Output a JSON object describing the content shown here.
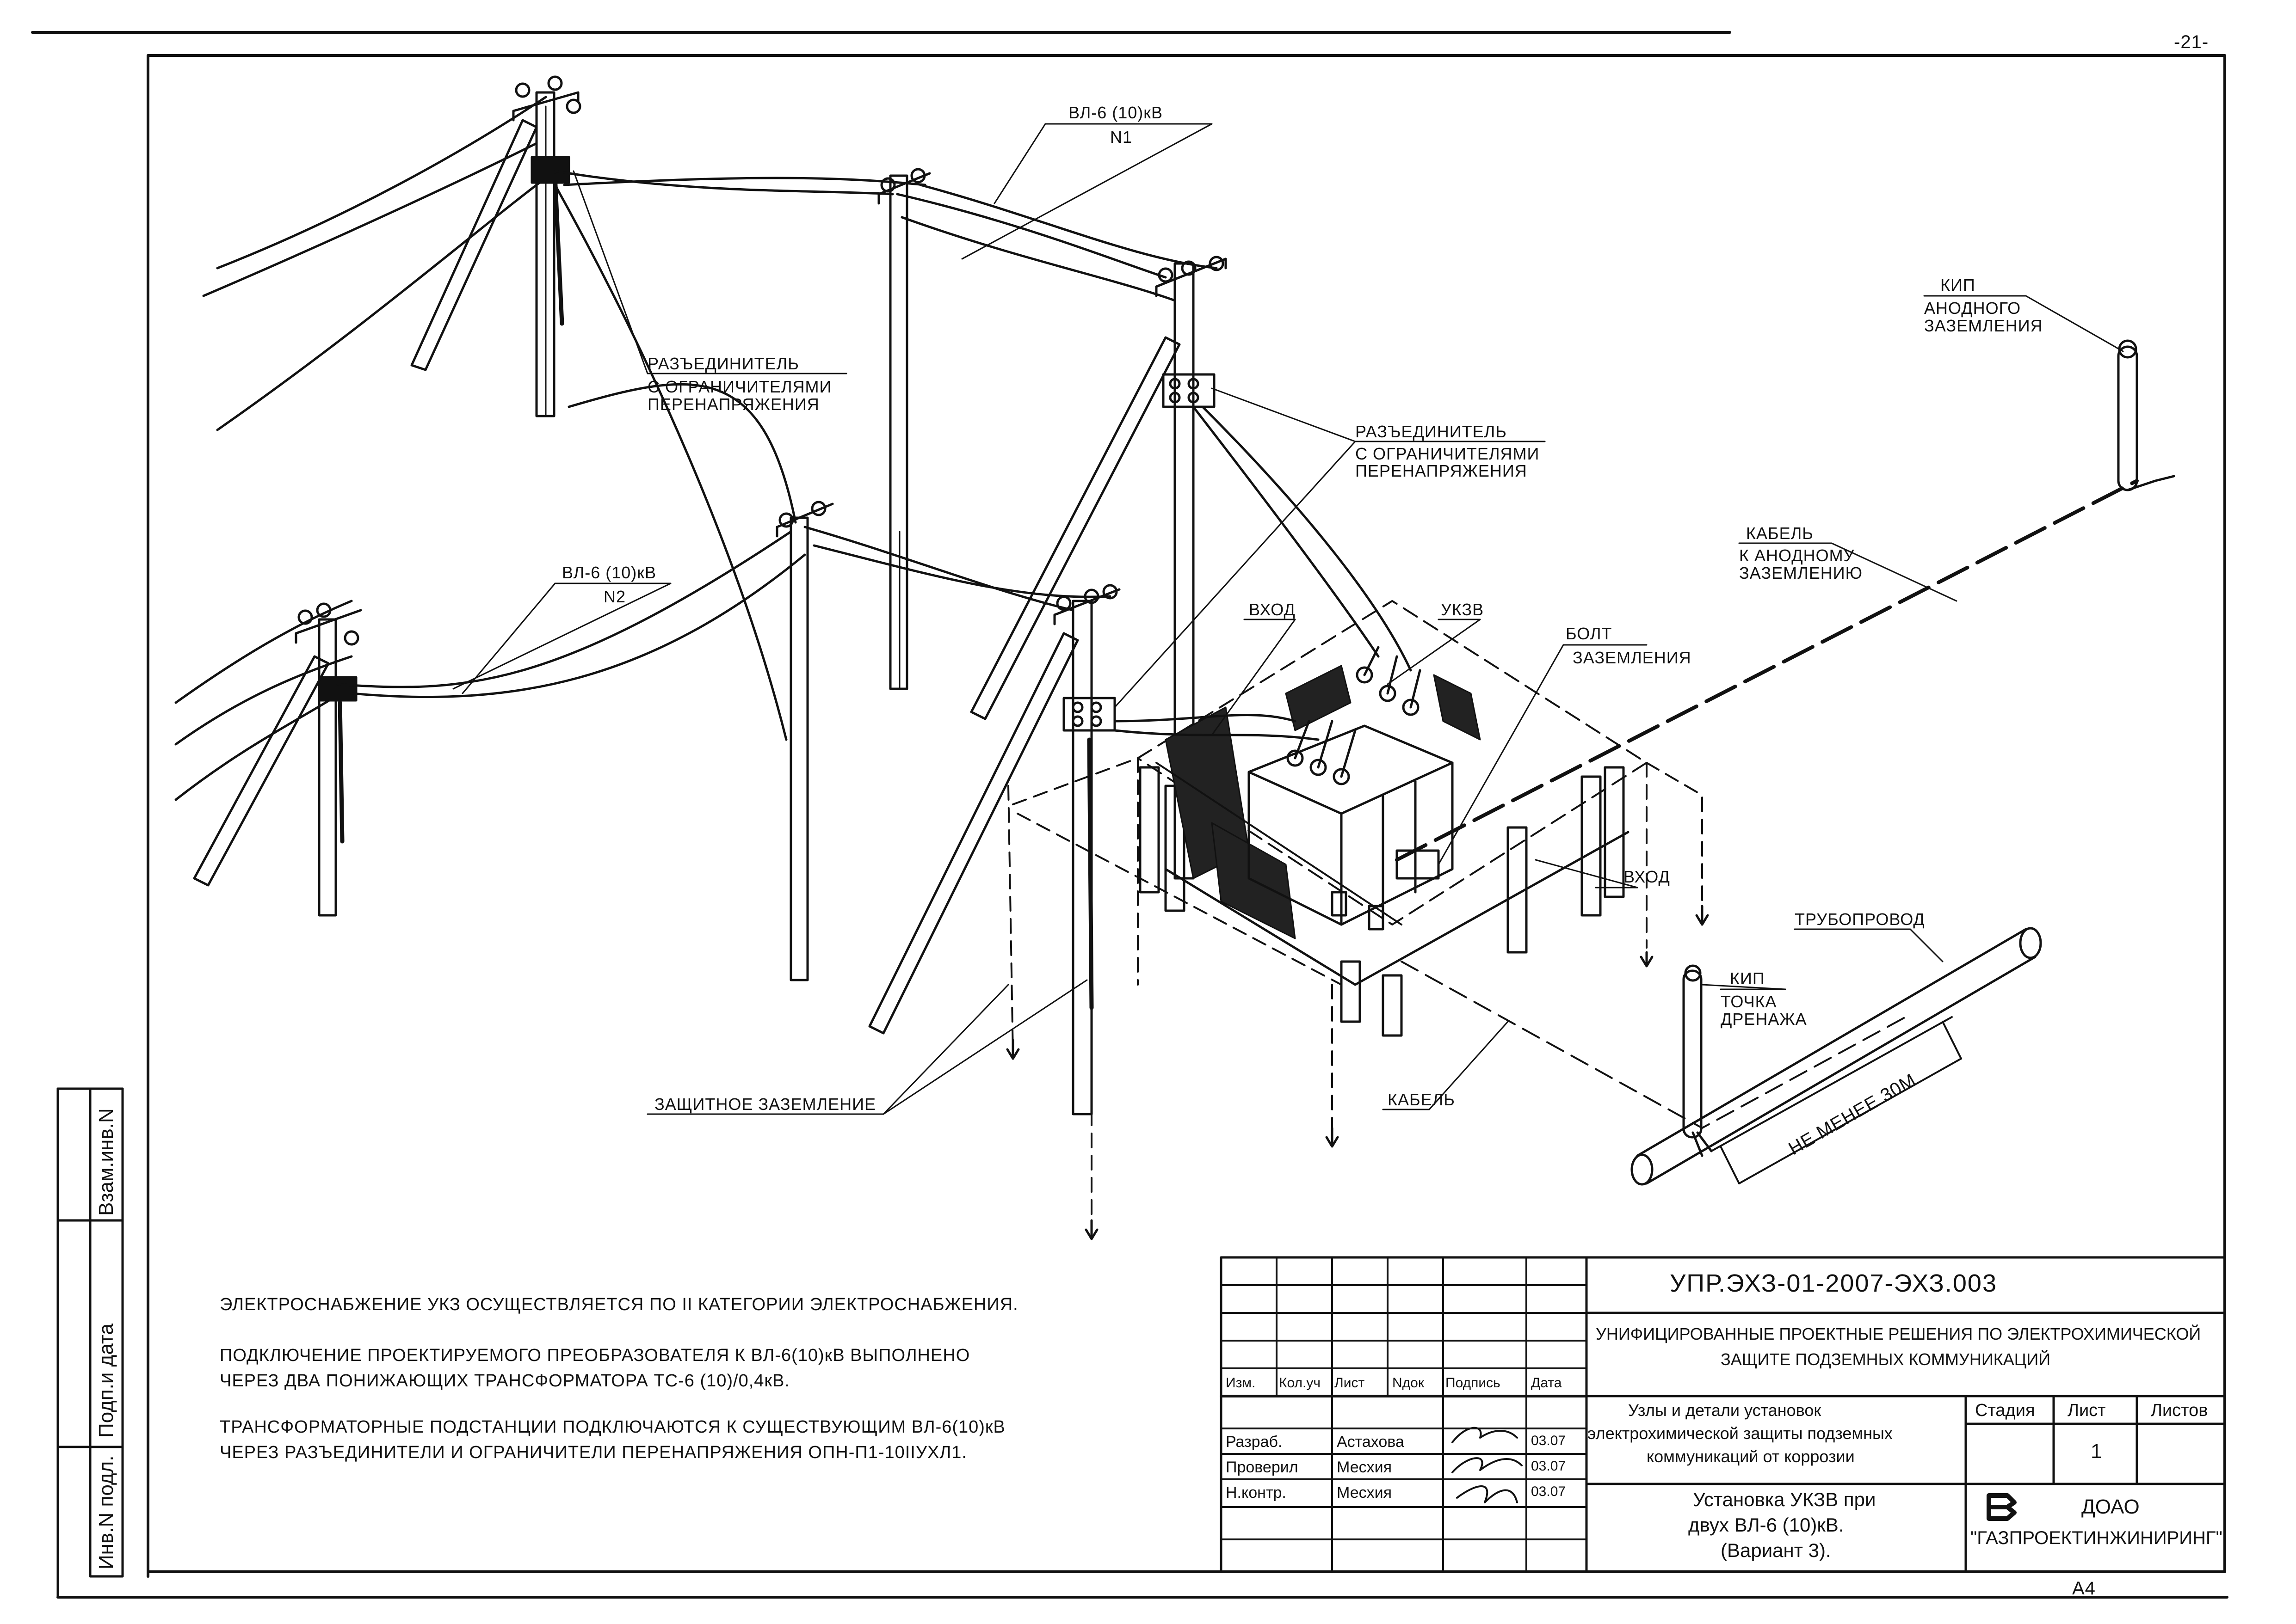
{
  "page_number": "-21-",
  "format": "A4",
  "callouts": {
    "vl_n1": [
      "ВЛ-6 (10)кВ",
      "N1"
    ],
    "vl_n2": [
      "ВЛ-6 (10)кВ",
      "N2"
    ],
    "disconnector_left": [
      "РАЗЪЕДИНИТЕЛЬ",
      "С ОГРАНИЧИТЕЛЯМИ",
      "ПЕРЕНАПРЯЖЕНИЯ"
    ],
    "disconnector_right": [
      "РАЗЪЕДИНИТЕЛЬ",
      "С ОГРАНИЧИТЕЛЯМИ",
      "ПЕРЕНАПРЯЖЕНИЯ"
    ],
    "kip_anode": [
      "КИП",
      "АНОДНОГО",
      "ЗАЗЕМЛЕНИЯ"
    ],
    "cable_anode": [
      "КАБЕЛЬ",
      "К АНОДНОМУ",
      "ЗАЗЕМЛЕНИЮ"
    ],
    "entry_top": "ВХОД",
    "ukzv": "УКЗВ",
    "bolt": [
      "БОЛТ",
      "ЗАЗЕМЛЕНИЯ"
    ],
    "entry_right": "ВХОД",
    "pipeline": "ТРУБОПРОВОД",
    "kip_drain": [
      "КИП",
      "ТОЧКА",
      "ДРЕНАЖА"
    ],
    "distance": "НЕ МЕНЕЕ 30М",
    "protective_ground": "ЗАЩИТНОЕ ЗАЗЕМЛЕНИЕ",
    "cable": "КАБЕЛЬ"
  },
  "notes": [
    "ЭЛЕКТРОСНАБЖЕНИЕ УКЗ ОСУЩЕСТВЛЯЕТСЯ ПО II КАТЕГОРИИ ЭЛЕКТРОСНАБЖЕНИЯ.",
    "ПОДКЛЮЧЕНИЕ ПРОЕКТИРУЕМОГО ПРЕОБРАЗОВАТЕЛЯ К ВЛ-6(10)кВ ВЫПОЛНЕНО",
    "ЧЕРЕЗ ДВА ПОНИЖАЮЩИХ ТРАНСФОРМАТОРА ТС-6 (10)/0,4кВ.",
    "ТРАНСФОРМАТОРНЫЕ ПОДСТАНЦИИ ПОДКЛЮЧАЮТСЯ К СУЩЕСТВУЮЩИМ ВЛ-6(10)кВ",
    "ЧЕРЕЗ РАЗЪЕДИНИТЕЛИ И ОГРАНИЧИТЕЛИ ПЕРЕНАПРЯЖЕНИЯ  ОПН-П1-10IIУХЛ1."
  ],
  "side_stamp": [
    "Инв.N подл.",
    "Подп.и дата",
    "Взам.инв.N"
  ],
  "title_block": {
    "doc_code": "УПР.ЭХЗ-01-2007-ЭХЗ.003",
    "project_title": [
      "УНИФИЦИРОВАННЫЕ ПРОЕКТНЫЕ РЕШЕНИЯ ПО ЭЛЕКТРОХИМИЧЕСКОЙ",
      "ЗАЩИТЕ ПОДЗЕМНЫХ КОММУНИКАЦИЙ"
    ],
    "section_title": [
      "Узлы и детали установок",
      "электрохимической защиты подземных",
      "коммуникаций от коррозии"
    ],
    "sheet_title": [
      "Установка УКЗВ при",
      "двух ВЛ-6 (10)кВ.",
      "(Вариант 3)."
    ],
    "columns": [
      "Изм.",
      "Кол.уч",
      "Лист",
      "Nдок",
      "Подпись",
      "Дата"
    ],
    "stage_headers": [
      "Стадия",
      "Лист",
      "Листов"
    ],
    "sheet_no": "1",
    "signatures": [
      {
        "role": "Разраб.",
        "name": "Астахова",
        "date": "03.07"
      },
      {
        "role": "Проверил",
        "name": "Месхия",
        "date": "03.07"
      },
      {
        "role": "Н.контр.",
        "name": "Месхия",
        "date": "03.07"
      }
    ],
    "company": [
      "ДОАО",
      "\"ГАЗПРОЕКТИНЖИНИРИНГ\""
    ]
  },
  "colors": {
    "ink": "#111111",
    "paper": "#ffffff"
  }
}
